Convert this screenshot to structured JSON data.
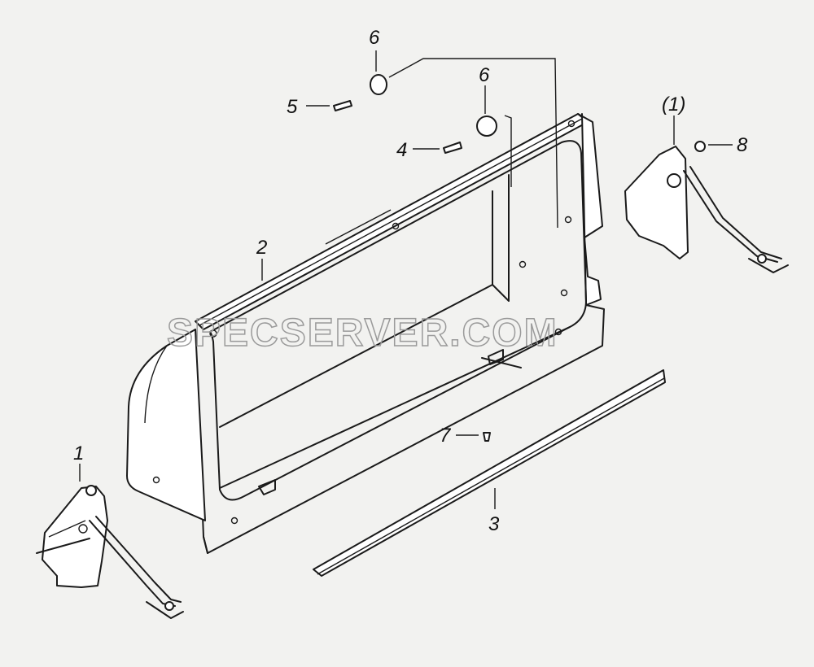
{
  "watermark": "SPECSERVER.COM",
  "callouts": [
    {
      "id": "label-1",
      "text": "1"
    },
    {
      "id": "label-1-paren",
      "text": "(1)"
    },
    {
      "id": "label-2",
      "text": "2"
    },
    {
      "id": "label-3",
      "text": "3"
    },
    {
      "id": "label-4",
      "text": "4"
    },
    {
      "id": "label-5",
      "text": "5"
    },
    {
      "id": "label-6a",
      "text": "6"
    },
    {
      "id": "label-6b",
      "text": "6"
    },
    {
      "id": "label-7",
      "text": "7"
    },
    {
      "id": "label-8",
      "text": "8"
    }
  ],
  "colors": {
    "background": "#f2f2f0",
    "linework": "#1a1a1a",
    "watermark": "#9a9a9a"
  }
}
